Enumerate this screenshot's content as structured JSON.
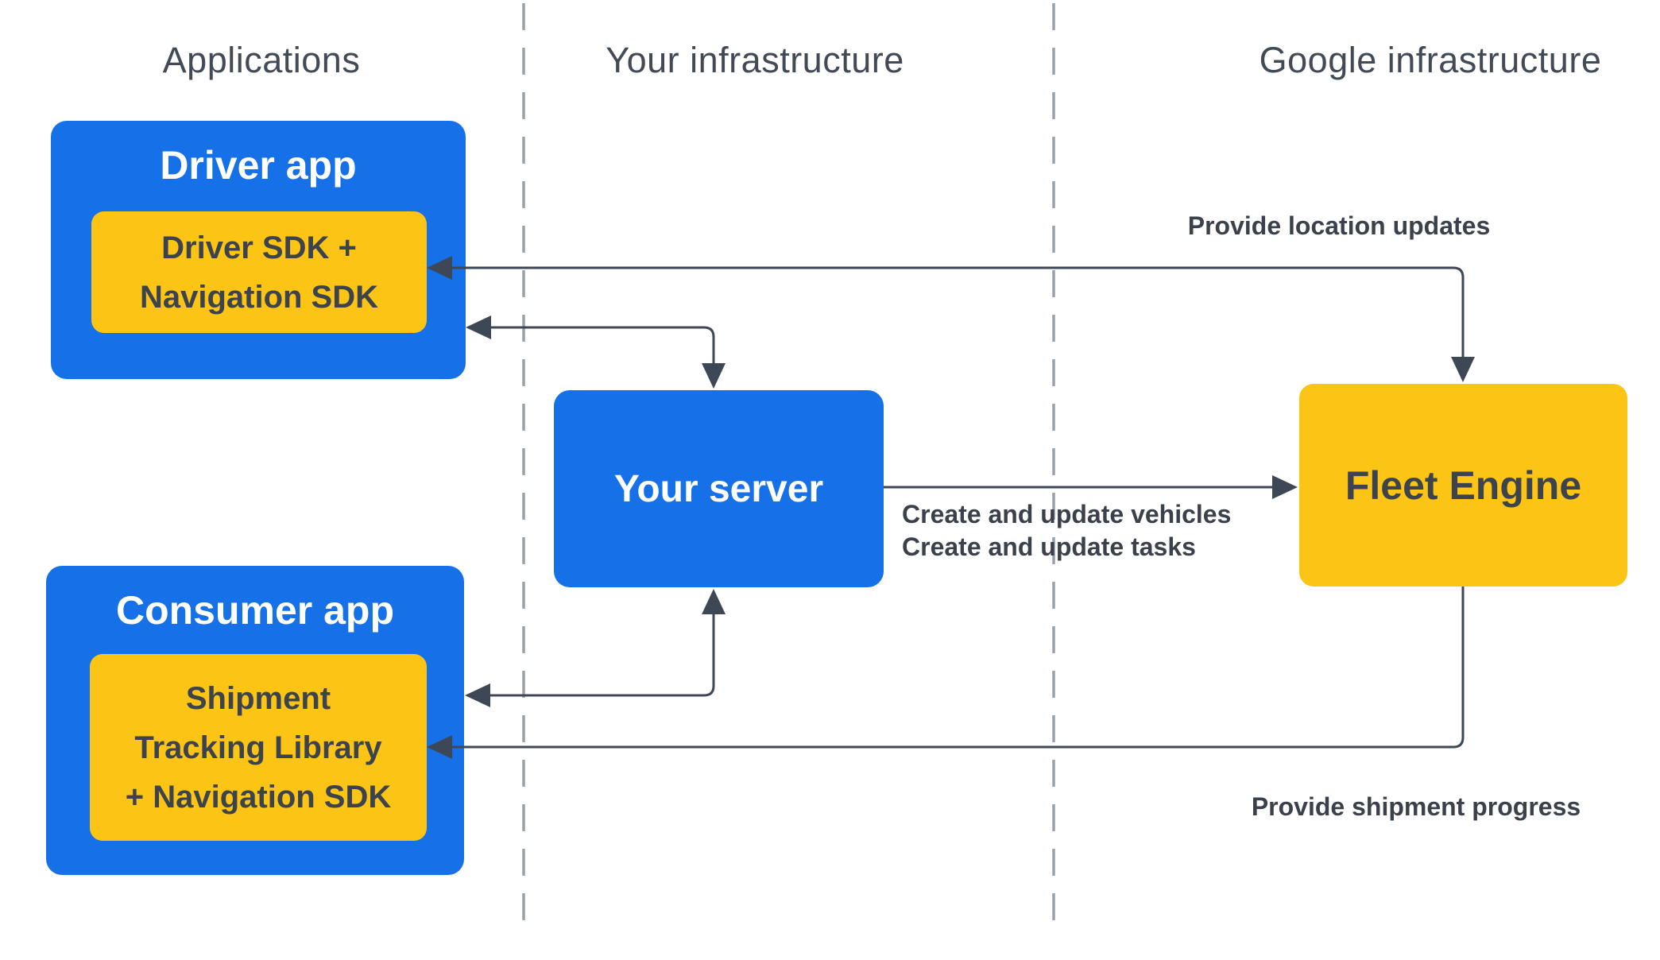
{
  "columns": [
    {
      "label": "Applications"
    },
    {
      "label": "Your infrastructure"
    },
    {
      "label": "Google infrastructure"
    }
  ],
  "nodes": {
    "driver_app": {
      "title": "Driver app",
      "sdk_lines": [
        "Driver SDK +",
        "Navigation SDK"
      ]
    },
    "consumer_app": {
      "title": "Consumer app",
      "sdk_lines": [
        "Shipment",
        "Tracking Library",
        "+ Navigation SDK"
      ]
    },
    "your_server": {
      "title": "Your server"
    },
    "fleet_engine": {
      "title": "Fleet Engine"
    }
  },
  "arrow_labels": {
    "provide_location_updates": "Provide location updates",
    "create_update_lines": [
      "Create and update vehicles",
      "Create and update tasks"
    ],
    "provide_shipment_progress": "Provide shipment progress"
  },
  "edges": [
    {
      "from": "fleet_engine",
      "to": "driver_app_sdk",
      "style": "elbow",
      "heads": [
        "left-into-driver-sdk",
        "down-into-fleet-engine"
      ],
      "label": "Provide location updates"
    },
    {
      "from": "your_server",
      "to": "driver_app",
      "style": "elbow",
      "heads": [
        "left-into-driver-app",
        "down-into-your-server"
      ],
      "label": ""
    },
    {
      "from": "your_server",
      "to": "consumer_app",
      "style": "elbow",
      "heads": [
        "up-into-your-server",
        "left-into-consumer-app"
      ],
      "label": ""
    },
    {
      "from": "your_server",
      "to": "fleet_engine",
      "style": "straight",
      "heads": [
        "right-into-fleet-engine"
      ],
      "label": "Create and update vehicles / Create and update tasks"
    },
    {
      "from": "fleet_engine",
      "to": "consumer_app_sdk",
      "style": "elbow",
      "heads": [
        "left-into-consumer-sdk"
      ],
      "label": "Provide shipment progress"
    }
  ],
  "colors": {
    "app_blue": "#1671e8",
    "accent_yellow": "#fcc515",
    "arrow": "#3e4755",
    "label_text": "#3a414b",
    "header_text": "#414a55",
    "dashed_divider": "#98a0a8",
    "title_on_blue": "#ffffff",
    "text_on_yellow": "#3d434d"
  }
}
